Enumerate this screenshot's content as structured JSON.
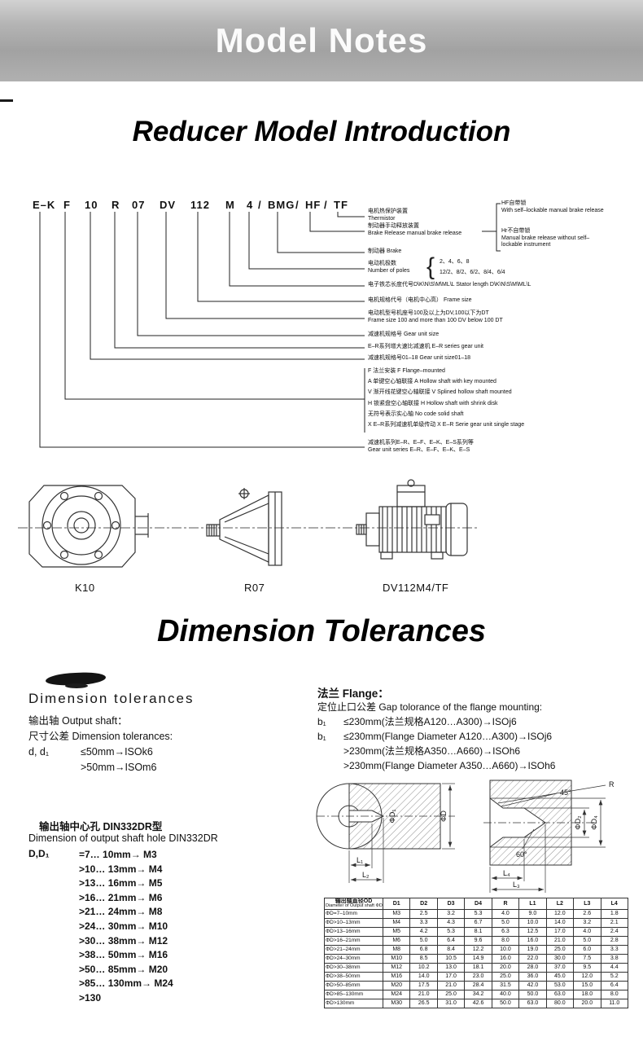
{
  "banner": {
    "title": "Model Notes"
  },
  "sections": {
    "intro_title": "Reducer Model Introduction",
    "tolerance_title": "Dimension Tolerances"
  },
  "colors": {
    "banner_gray": "#a8a8a8",
    "text": "#111111"
  },
  "model_code": {
    "tokens": [
      "E–K",
      "F",
      "10",
      "R",
      "07",
      "DV",
      "112",
      "M",
      "4",
      "/",
      "BMG",
      "/",
      "HF",
      "/",
      "TF"
    ]
  },
  "ann": {
    "thermistor": {
      "zh": "电机热保护装置",
      "en": "Thermistor"
    },
    "brake_release": {
      "zh": "制动器手动释放装置",
      "en": "Brake Release manual brake release"
    },
    "hf_option": {
      "zh": "HF自带锁",
      "en": "With self–lockable manual brake release"
    },
    "hr_option": {
      "zh": "Hr不自带锁",
      "en": "Manual brake release without self–lockable instrument"
    },
    "brake": {
      "text": "制动器  Brake"
    },
    "poles": {
      "zh": "电动机极数",
      "en": "Number of poles",
      "opt1": "2、4、6、8",
      "opt2": "12/2、8/2、6/2、8/4、6/4"
    },
    "stator": {
      "text": "电子铁芯长度代号D\\K\\N\\S\\M\\ML\\L    Stator length D\\K\\N\\S\\M\\ML\\L"
    },
    "frame_size": {
      "text": "电机规格代号（电机中心高）    Frame size"
    },
    "motor_type": {
      "zh": "电动机型号机座号100及以上为DV,100以下为DT",
      "en": "Frame size 100 and more than 100 DV below 100 DT"
    },
    "gear_size": {
      "text": "减速机规格号  Gear unit size"
    },
    "er_series": {
      "text": "E–R系列增大速比减速机   E–R series gear unit"
    },
    "gear_size_0118": {
      "text": "减速机规格号01–18    Gear unit size01–18"
    },
    "mounting": [
      "F 法兰安装    F Flange–mounted",
      "A 单键空心轴联接    A Hollow shaft with key mounted",
      "V 渐开线花键空心轴联接    V Splined hollow shaft mounted",
      "H 锁紧盘空心轴联接    H Hollow shaft with shrink disk",
      "无符号表示实心轴    No code solid shaft",
      "X E–R系列减速机单级传动    X E–R Serie gear unit single stage"
    ],
    "series": {
      "zh": "减速机系列E–R、E–F、E–K、E–S系列等",
      "en": "Gear unit series E–R、E–F、E–K、E–S"
    }
  },
  "drawings": {
    "k10": "K10",
    "r07": "R07",
    "motor": "DV112M4/TF"
  },
  "dim_tol": {
    "heading": "Dimension  tolerances",
    "output_shaft": {
      "line1": "输出轴 Output shaft：",
      "line2": "尺寸公差 Dimension  tolerances:",
      "prefix": "d, d₁",
      "rule1": "≤50mm→ISOk6",
      "rule2": ">50mm→ISOm6"
    },
    "din_hole": {
      "title_zh": "输出轴中心孔 DIN332DR型",
      "title_en": "Dimension of output shaft hole  DIN332DR",
      "prefix": "D,D₁",
      "rows": [
        "=7…  10mm→ M3",
        ">10… 13mm→  M4",
        ">13… 16mm→  M5",
        ">16… 21mm→  M6",
        ">21… 24mm→  M8",
        ">24… 30mm→  M10",
        ">30… 38mm→  M12",
        ">38… 50mm→  M16",
        ">50… 85mm→  M20",
        ">85… 130mm→ M24",
        ">130"
      ]
    }
  },
  "flange": {
    "title": "法兰 Flange：",
    "subtitle": "定位止口公差 Gap tolorance of the flange mounting:",
    "lines": [
      {
        "prefix": "b₁",
        "text": "≤230mm(法兰规格A120…A300)→ISOj6"
      },
      {
        "prefix": "b₁",
        "text": "≤230mm(Flange Diameter A120…A300)→ISOj6"
      },
      {
        "prefix": "",
        "text": ">230mm(法兰规格A350…A660)→ISOh6"
      },
      {
        "prefix": "",
        "text": ">230mm(Flange Diameter A350…A660)→ISOh6"
      }
    ]
  },
  "hole_drawingA": {
    "phiD1": "ΦD₁",
    "phiD": "ΦD",
    "L1": "L₁",
    "L2": "L₂"
  },
  "hole_drawingB": {
    "R": "R",
    "deg45": "45°",
    "deg60": "60°",
    "phiD2": "ΦD₂",
    "phiD4": "ΦD₄",
    "L3": "L₃",
    "L4": "L₄"
  },
  "din_table": {
    "header_zh": "输出轴直径OD",
    "header_en": "Diameter of Output shaft ΦD",
    "columns": [
      "D1",
      "D2",
      "D3",
      "D4",
      "R",
      "L1",
      "L2",
      "L3",
      "L4"
    ],
    "rows": [
      [
        "ΦD=7–10mm",
        "M3",
        "2.5",
        "3.2",
        "5.3",
        "4.0",
        "9.0",
        "12.0",
        "2.6",
        "1.8"
      ],
      [
        "ΦD>10–13mm",
        "M4",
        "3.3",
        "4.3",
        "6.7",
        "5.0",
        "10.0",
        "14.0",
        "3.2",
        "2.1"
      ],
      [
        "ΦD>13–16mm",
        "M5",
        "4.2",
        "5.3",
        "8.1",
        "6.3",
        "12.5",
        "17.0",
        "4.0",
        "2.4"
      ],
      [
        "ΦD>16–21mm",
        "M6",
        "5.0",
        "6.4",
        "9.6",
        "8.0",
        "16.0",
        "21.0",
        "5.0",
        "2.8"
      ],
      [
        "ΦD>21–24mm",
        "M8",
        "6.8",
        "8.4",
        "12.2",
        "10.0",
        "19.0",
        "25.0",
        "6.0",
        "3.3"
      ],
      [
        "ΦD>24–30mm",
        "M10",
        "8.5",
        "10.5",
        "14.9",
        "16.0",
        "22.0",
        "30.0",
        "7.5",
        "3.8"
      ],
      [
        "ΦD>30–38mm",
        "M12",
        "10.2",
        "13.0",
        "18.1",
        "20.0",
        "28.0",
        "37.0",
        "9.5",
        "4.4"
      ],
      [
        "ΦD>38–50mm",
        "M16",
        "14.0",
        "17.0",
        "23.0",
        "25.0",
        "36.0",
        "45.0",
        "12.0",
        "5.2"
      ],
      [
        "ΦD>50–85mm",
        "M20",
        "17.5",
        "21.0",
        "28.4",
        "31.5",
        "42.0",
        "53.0",
        "15.0",
        "6.4"
      ],
      [
        "ΦD>85–130mm",
        "M24",
        "21.0",
        "25.0",
        "34.2",
        "40.0",
        "50.0",
        "63.0",
        "18.0",
        "8.0"
      ],
      [
        "ΦD>130mm",
        "M30",
        "26.5",
        "31.0",
        "42.6",
        "50.0",
        "63.0",
        "80.0",
        "20.0",
        "11.0"
      ]
    ]
  }
}
